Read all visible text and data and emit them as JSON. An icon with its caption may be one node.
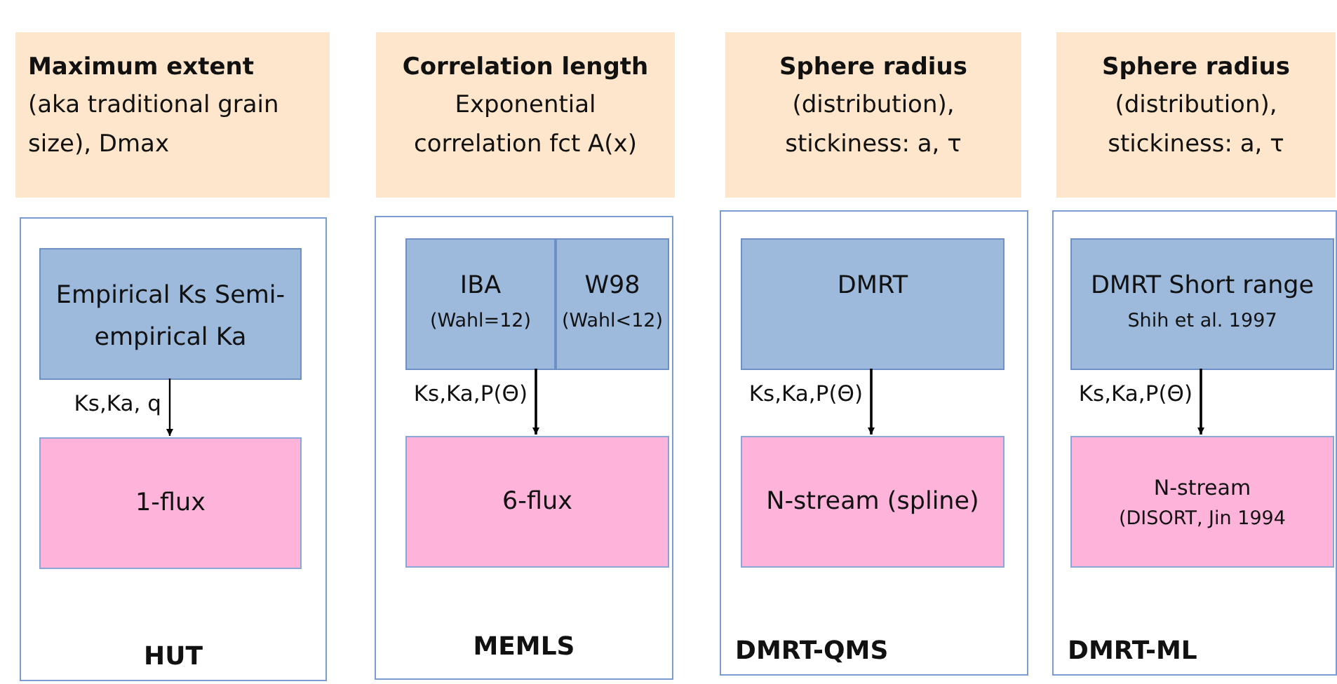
{
  "diagram": {
    "nodes": [
      {
        "text": [
          "Maximum extent",
          "(aka traditional grain size), Dmax"
        ]
      },
      {
        "text": [
          "Correlation length",
          "Exponential correlation fct A(x)"
        ]
      },
      {
        "text": [
          "Sphere radius",
          "(distribution), stickiness: a, τ"
        ]
      },
      {
        "text": [
          "Sphere radius",
          "(distribution), stickiness: a, τ"
        ]
      },
      {
        "text": [
          "HUT"
        ]
      },
      {
        "text": [
          "Empirical Ks Semi-empirical Ka"
        ],
        "in": 4
      },
      {
        "text": [
          "1-flux"
        ],
        "in": 4
      },
      {
        "text": [
          "MEMLS"
        ]
      },
      {
        "text": [
          "IBA",
          "(Wahl=12)"
        ],
        "in": 7
      },
      {
        "text": [
          "W98",
          "(Wahl<12)"
        ],
        "in": 7
      },
      {
        "text": [
          "6-flux"
        ],
        "in": 7
      },
      {
        "text": [
          "DMRT-QMS"
        ]
      },
      {
        "text": [
          "DMRT"
        ],
        "in": 11
      },
      {
        "text": [
          "N-stream (spline)"
        ],
        "in": 11
      },
      {
        "text": [
          "DMRT-ML"
        ]
      },
      {
        "text": [
          "DMRT Short range",
          "Shih et al. 1997"
        ],
        "in": 14
      },
      {
        "text": [
          "N-stream",
          "(DISORT, Jin 1994"
        ],
        "in": 14
      }
    ],
    "edges": [
      {
        "from": 5,
        "to": 6,
        "arrow": "to",
        "label": "Ks,Ka, q"
      },
      {
        "from": 8,
        "to": 10,
        "arrow": "to",
        "label": "Ks,Ka,P(Θ)"
      },
      {
        "from": 12,
        "to": 13,
        "arrow": "to",
        "label": "Ks,Ka,P(Θ)"
      },
      {
        "from": 15,
        "to": 16,
        "arrow": "to",
        "label": "Ks,Ka,P(Θ)"
      }
    ]
  }
}
